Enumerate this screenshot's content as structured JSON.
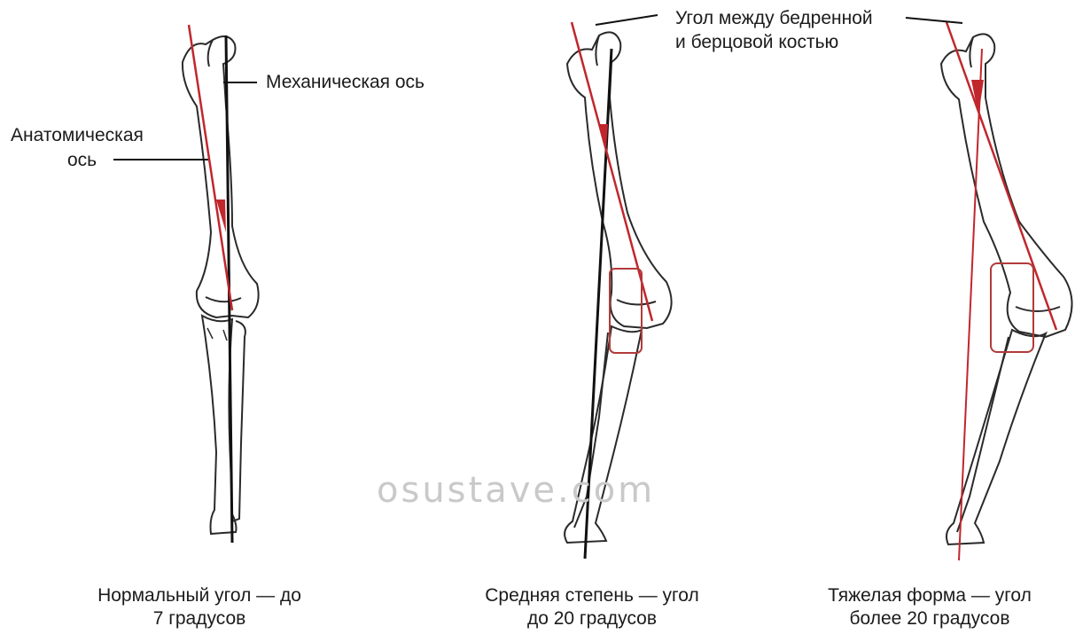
{
  "labels": {
    "mechanical_axis": "Механическая ось",
    "anatomical_axis_line1": "Анатомическая",
    "anatomical_axis_line2": "ось",
    "angle_line1": "Угол между бедренной",
    "angle_line2": "и берцовой костью"
  },
  "captions": [
    {
      "line1": "Нормальный угол — до",
      "line2": "7 градусов"
    },
    {
      "line1": "Средняя степень — угол",
      "line2": "до 20 градусов"
    },
    {
      "line1": "Тяжелая форма — угол",
      "line2": "более 20 градусов"
    }
  ],
  "watermark": "osustave.com",
  "colors": {
    "axis_red": "#c0272d",
    "bone_stroke": "#2a2a2a",
    "box": "#b23a3a"
  }
}
